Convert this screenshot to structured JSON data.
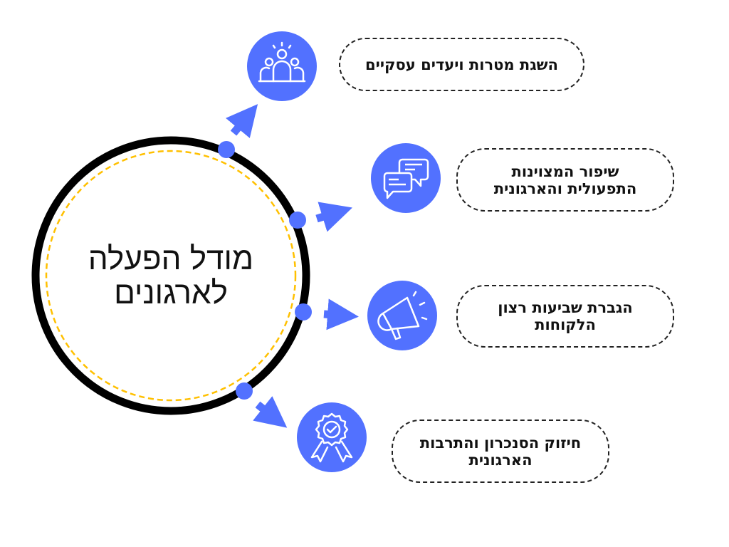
{
  "title": {
    "line1": "מודל הפעלה",
    "line2": "לארגונים"
  },
  "colors": {
    "accent": "#5271FF",
    "ring": "#000000",
    "dashed_ring": "#FFC000"
  },
  "items": [
    {
      "label": "השגת מטרות ויעדים עסקיים",
      "icon": "team-icon"
    },
    {
      "label": "שיפור המצוינות התפעולית והארגונית",
      "icon": "chat-bubbles-icon"
    },
    {
      "label": "הגברת שביעות רצון הלקוחות",
      "icon": "megaphone-icon"
    },
    {
      "label": "חיזוק הסנכרון והתרבות הארגונית",
      "icon": "award-badge-icon"
    }
  ]
}
